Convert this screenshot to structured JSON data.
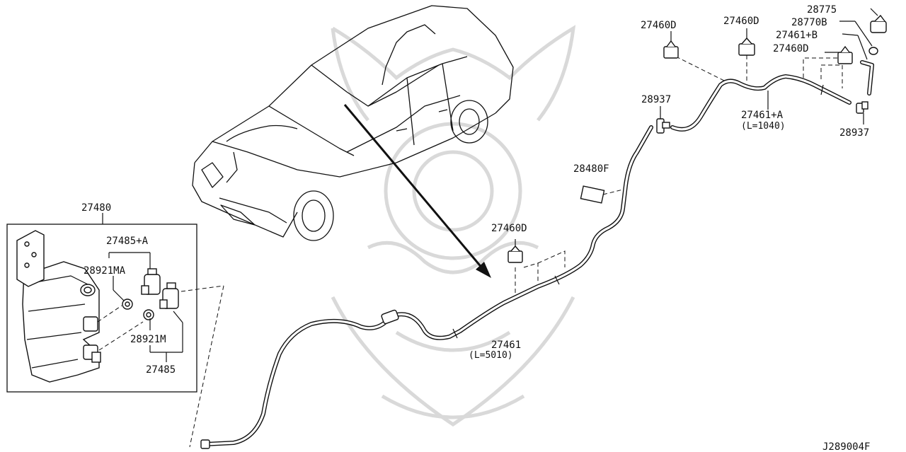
{
  "diagram_code": "J289004F",
  "parts": {
    "reservoir": "27480",
    "pump_kit_a": "27485+A",
    "grommet_ma": "28921MA",
    "grommet_m": "28921M",
    "pump": "27485",
    "clip_lower": "27460D",
    "clip_top_1": "27460D",
    "clip_top_2": "27460D",
    "clip_top_3": "27460D",
    "nozzle": "28775",
    "nozzle_gasket": "28770B",
    "hose_b": "27461+B",
    "hose_a": "27461+A",
    "hose_a_length": "(L=1040)",
    "joint_left": "28937",
    "joint_right": "28937",
    "hose_main": "27461",
    "hose_main_length": "(L=5010)",
    "tube_clip": "28480F"
  },
  "colors": {
    "ink": "#111111",
    "watermark": "#d9d9d9",
    "background": "#ffffff"
  }
}
